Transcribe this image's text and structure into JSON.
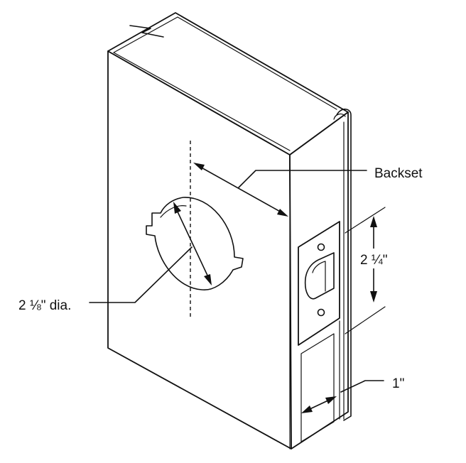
{
  "labels": {
    "backset": "Backset",
    "height": "2 ¼\"",
    "diameter": "2 ⅛\" dia.",
    "width": "1\""
  }
}
